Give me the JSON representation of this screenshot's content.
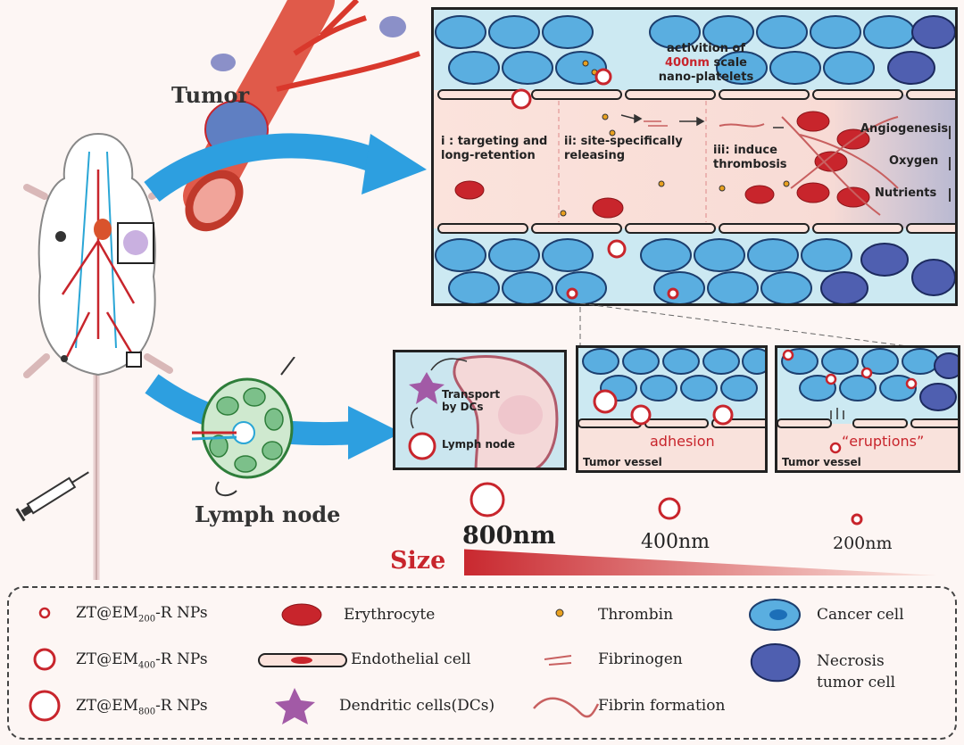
{
  "labels": {
    "tumor": "Tumor",
    "lymph_node": "Lymph node",
    "activation_line1": "activition of",
    "activation_size": "400nm",
    "activation_scale": " scale",
    "activation_line3": "nano-platelets",
    "step1_line1": "i : targeting and",
    "step1_line2": "long-retention",
    "step2_line1": "ii: site-specifically",
    "step2_line2": "releasing",
    "step3_line1": "iii: induce",
    "step3_line2": "thrombosis",
    "angiogenesis": "Angiogenesis",
    "oxygen": "Oxygen",
    "nutrients": "Nutrients",
    "transport_line1": "Transport",
    "transport_line2": "by DCs",
    "lymph_node_inner": "Lymph node",
    "adhesion": "adhesion",
    "eruptions": "“eruptions”",
    "tumor_vessel_1": "Tumor vessel",
    "tumor_vessel_2": "Tumor vessel",
    "size_800": "800nm",
    "size_400": "400nm",
    "size_200": "200nm",
    "size": "Size"
  },
  "legend": {
    "np200_prefix": "ZT@EM",
    "np200_sub": "200",
    "np200_suffix": "-R NPs",
    "np400_prefix": "ZT@EM",
    "np400_sub": "400",
    "np400_suffix": "-R NPs",
    "np800_prefix": "ZT@EM",
    "np800_sub": "800",
    "np800_suffix": "-R NPs",
    "erythrocyte": "Erythrocyte",
    "endothelial": "Endothelial cell",
    "dendritic": "Dendritic cells(DCs)",
    "thrombin": "Thrombin",
    "fibrinogen": "Fibrinogen",
    "fibrin": "Fibrin formation",
    "cancer": "Cancer cell",
    "necrosis_line1": "Necrosis",
    "necrosis_line2": "tumor cell"
  },
  "colors": {
    "red": "#c8252c",
    "cell_blue": "#5aaee0",
    "bg": "#fdf6f4"
  }
}
